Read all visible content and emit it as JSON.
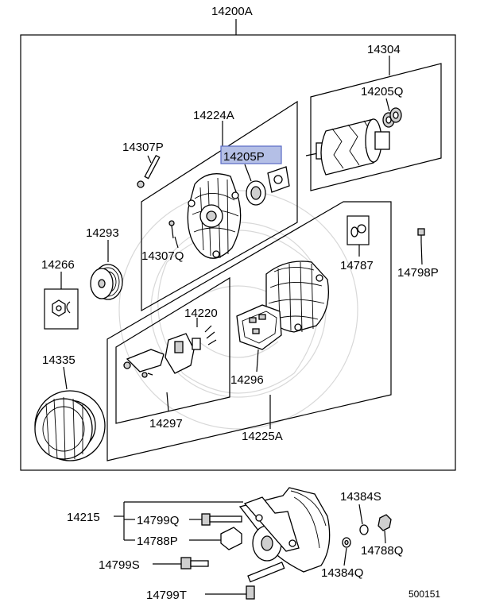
{
  "labels": {
    "assembly": "14200A",
    "rotor": "14304",
    "rotor_bearing": "14205Q",
    "front_bracket": "14224A",
    "bolt_top": "14307P",
    "front_bearing": "14205P",
    "pulley": "14293",
    "screw": "14307Q",
    "nut": "14266",
    "terminal_kit": "14787",
    "terminal_bolt": "14798P",
    "regulator": "14220",
    "stator": "14335",
    "rectifier": "14296",
    "brush_holder_kit": "14297",
    "rear_bracket": "14225A",
    "bracket_group": "14215",
    "bolt_long": "14799Q",
    "bolt_short": "14799S",
    "bolt_t": "14799T",
    "plate": "14788P",
    "washer_s": "14384S",
    "washer_q": "14384Q",
    "nut_q": "14788Q",
    "diagram_code": "500151"
  },
  "colors": {
    "highlight_fill": "#b4bfe6",
    "highlight_stroke": "#5b6cc4"
  }
}
